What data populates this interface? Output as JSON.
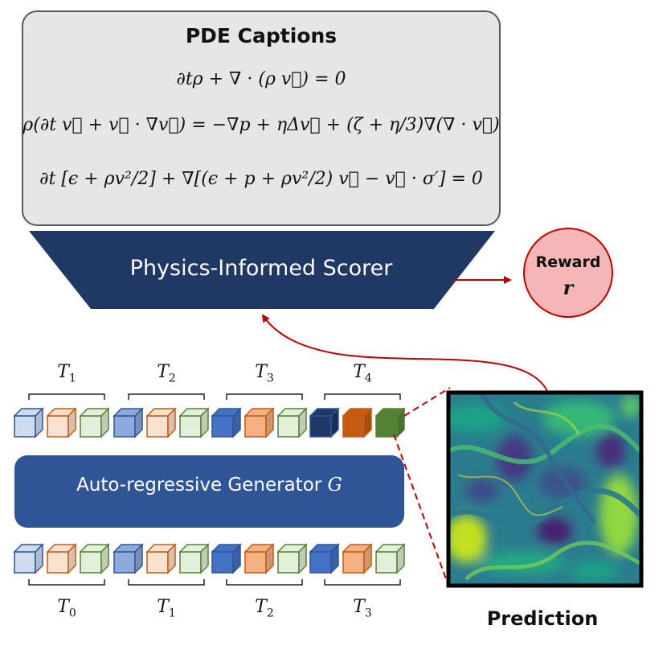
{
  "captions": {
    "title": "PDE Captions",
    "eq1": "∂tρ + ∇ · (ρ v⃗) = 0",
    "eq2": "ρ(∂t v⃗ + v⃗ · ∇v⃗) = −∇p + ηΔv⃗ + (ζ + η/3)∇(∇ · v⃗)",
    "eq3": "∂t [ϵ + ρv²/2] + ∇[(ϵ + p + ρv²/2) v⃗ − v⃗ · σ′] = 0"
  },
  "scorer": {
    "label": "Physics-Informed Scorer"
  },
  "reward": {
    "label": "Reward",
    "symbol": "r"
  },
  "generator": {
    "label": "Auto-regressive Generator",
    "symbol": "G"
  },
  "top_groups": [
    {
      "label": "T",
      "sub": "1"
    },
    {
      "label": "T",
      "sub": "2"
    },
    {
      "label": "T",
      "sub": "3"
    },
    {
      "label": "T",
      "sub": "4"
    }
  ],
  "bottom_groups": [
    {
      "label": "T",
      "sub": "0"
    },
    {
      "label": "T",
      "sub": "1"
    },
    {
      "label": "T",
      "sub": "2"
    },
    {
      "label": "T",
      "sub": "3"
    }
  ],
  "prediction": {
    "label": "Prediction"
  },
  "colors": {
    "scorer_fill": "#1f3864",
    "generator_fill": "#2f5597",
    "reward_fill": "#f4b6b6",
    "reward_stroke": "#c00000",
    "arrow": "#c00000",
    "caption_box": "#e6e6e6",
    "blue_light": "#cfdcf0",
    "blue_mid": "#8ea9db",
    "blue_strong": "#4472c4",
    "blue_dark": "#1f3864",
    "orange_light": "#fbe1d0",
    "orange_mid": "#f4b183",
    "orange_dark": "#c55a11",
    "green_light": "#e2efd9",
    "green_mid": "#c5e0b4",
    "green_dark": "#548235"
  }
}
